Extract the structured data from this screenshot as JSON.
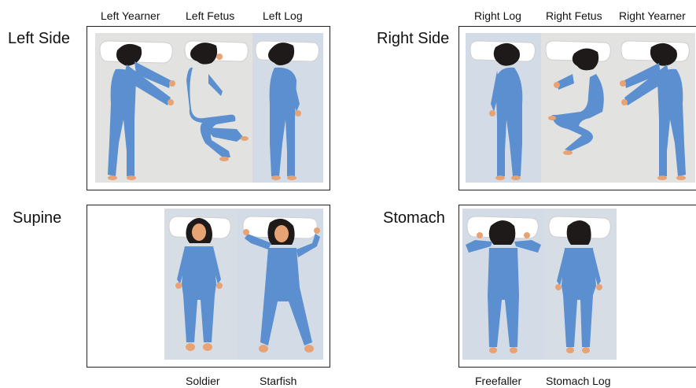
{
  "groups": {
    "left_side": {
      "label": "Left Side",
      "poses": [
        "Left Yearner",
        "Left Fetus",
        "Left Log"
      ]
    },
    "right_side": {
      "label": "Right Side",
      "poses": [
        "Right Log",
        "Right Fetus",
        "Right Yearner"
      ]
    },
    "supine": {
      "label": "Supine",
      "poses": [
        "Soldier",
        "Starfish"
      ]
    },
    "stomach": {
      "label": "Stomach",
      "poses": [
        "Freefaller",
        "Stomach Log"
      ]
    }
  },
  "colors": {
    "pajamas": "#5b8fd0",
    "sheet_a": "#e3e3e1",
    "sheet_b": "#d3dce6",
    "hair": "#1e1a1a",
    "skin": "#e8a374",
    "pillow": "#ffffff"
  }
}
